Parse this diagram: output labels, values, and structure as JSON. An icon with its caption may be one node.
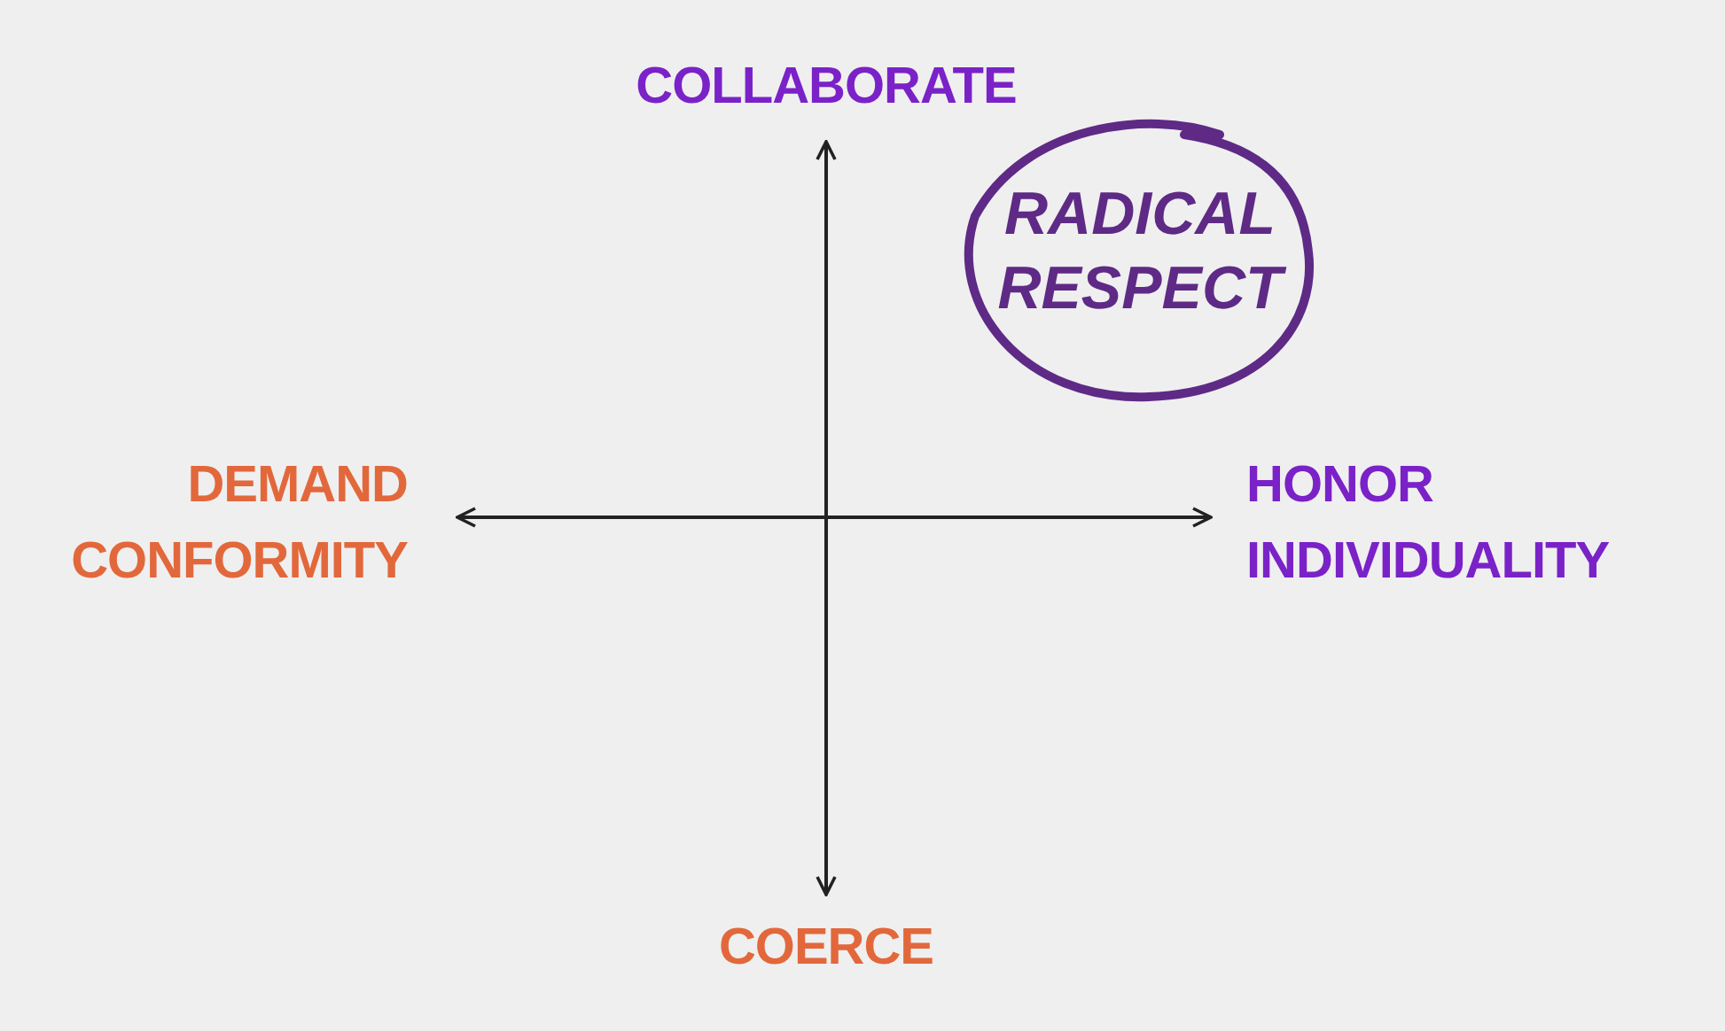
{
  "diagram": {
    "nodes": [
      {
        "text": [
          "RADICAL RESPECT"
        ]
      }
    ],
    "labels": [
      "COLLABORATE",
      "DEMAND CONFORMITY",
      "HONOR INDIVIDUALITY",
      "COERCE"
    ]
  }
}
